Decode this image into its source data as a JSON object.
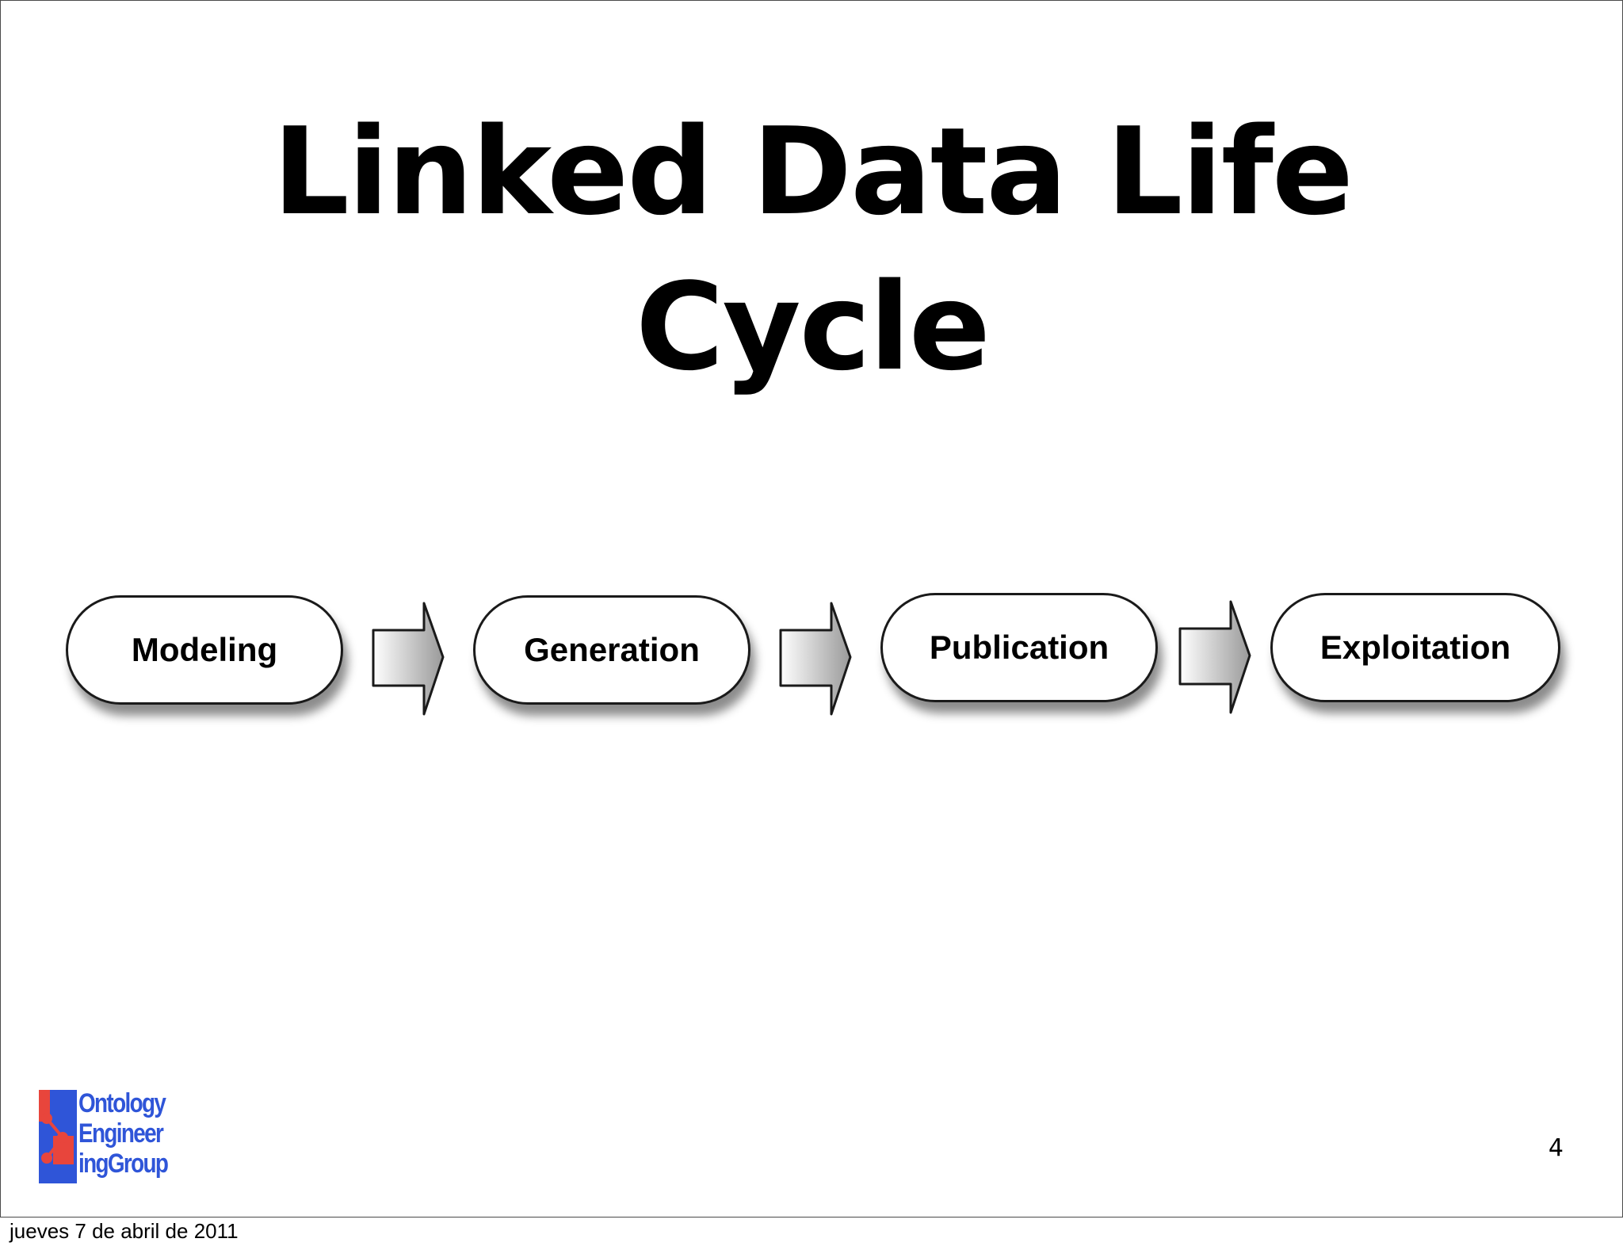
{
  "slide": {
    "title_line1": "Linked Data Life",
    "title_line2": "Cycle",
    "page_number": "4"
  },
  "diagram": {
    "stages": [
      {
        "label": "Modeling"
      },
      {
        "label": "Generation"
      },
      {
        "label": "Publication"
      },
      {
        "label": "Exploitation"
      }
    ]
  },
  "logo": {
    "line1": "Ontology",
    "line2": "Engineer",
    "line3": "ingGroup",
    "text_color": "#2f55d8",
    "accent_color": "#e8453c"
  },
  "footer": {
    "date": "jueves 7 de abril de 2011"
  }
}
